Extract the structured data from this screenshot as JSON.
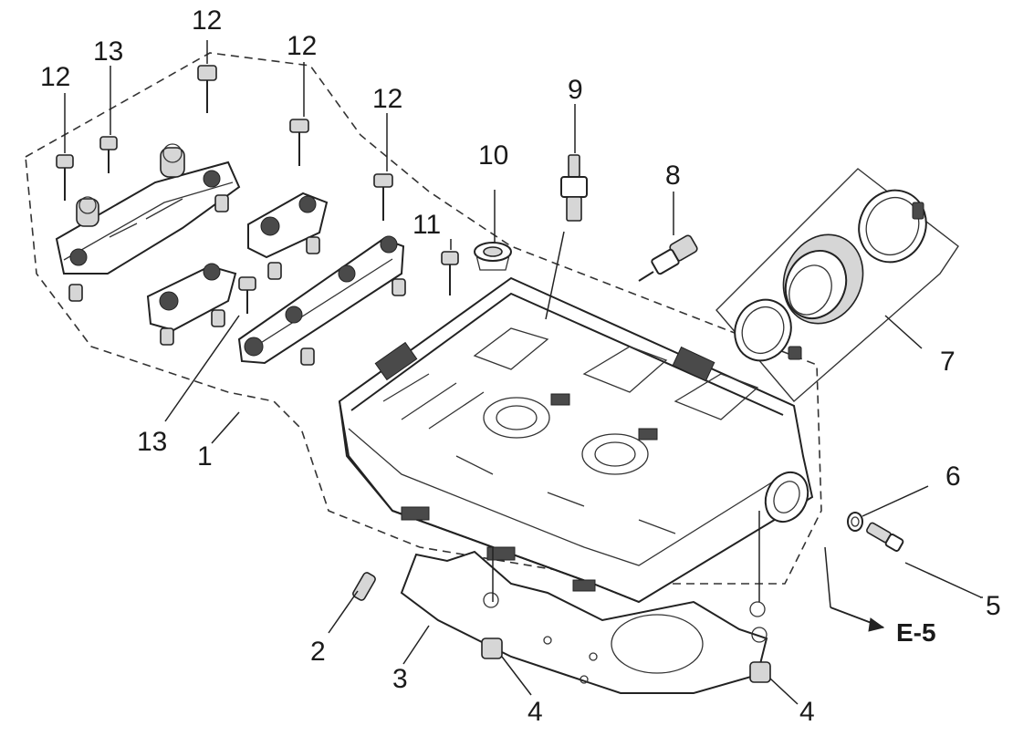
{
  "diagram": {
    "callouts": {
      "c1": "1",
      "c2": "2",
      "c3": "3",
      "c4a": "4",
      "c4b": "4",
      "c5": "5",
      "c6": "6",
      "c7": "7",
      "c8": "8",
      "c9": "9",
      "c10": "10",
      "c11": "11",
      "c12a": "12",
      "c12b": "12",
      "c12c": "12",
      "c12d": "12",
      "c13a": "13",
      "c13b": "13"
    },
    "reference": "E-5"
  }
}
